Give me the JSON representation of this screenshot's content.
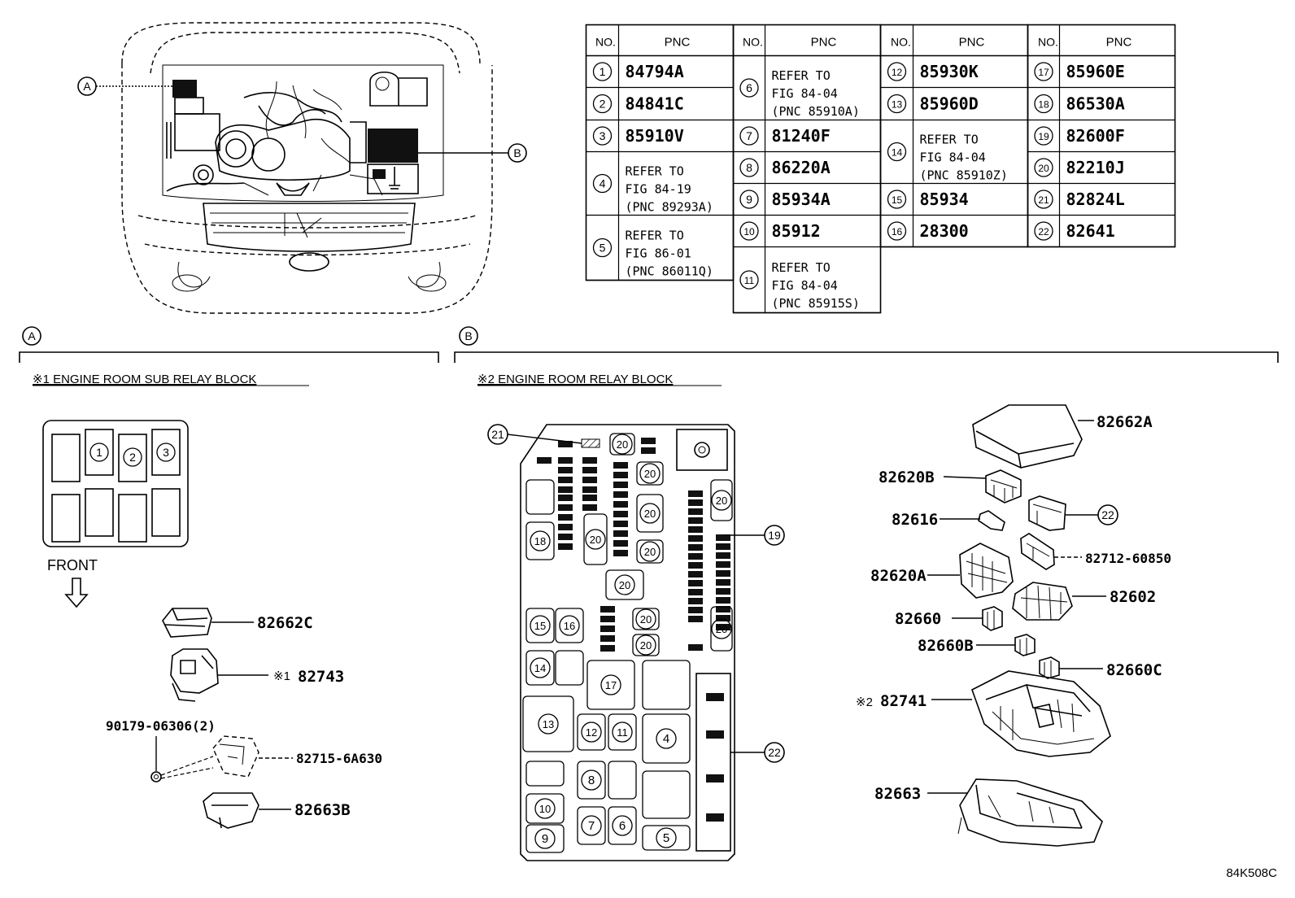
{
  "callouts": {
    "a": "A",
    "b": "B"
  },
  "table": {
    "col_no": "NO.",
    "col_pnc": "PNC",
    "rows": [
      {
        "no": "1",
        "pnc": "84794A"
      },
      {
        "no": "2",
        "pnc": "84841C"
      },
      {
        "no": "3",
        "pnc": "85910V"
      },
      {
        "no": "4",
        "pnc": "REFER TO|FIG 84-19|(PNC 89293A)"
      },
      {
        "no": "5",
        "pnc": "REFER TO|FIG 86-01|(PNC 86011Q)"
      },
      {
        "no": "6",
        "pnc": "REFER TO|FIG 84-04|(PNC 85910A)"
      },
      {
        "no": "7",
        "pnc": "81240F"
      },
      {
        "no": "8",
        "pnc": "86220A"
      },
      {
        "no": "9",
        "pnc": "85934A"
      },
      {
        "no": "10",
        "pnc": "85912"
      },
      {
        "no": "11",
        "pnc": "REFER TO|FIG 84-04|(PNC 85915S)"
      },
      {
        "no": "12",
        "pnc": "85930K"
      },
      {
        "no": "13",
        "pnc": "85960D"
      },
      {
        "no": "14",
        "pnc": "REFER TO|FIG 84-04|(PNC 85910Z)"
      },
      {
        "no": "15",
        "pnc": "85934"
      },
      {
        "no": "16",
        "pnc": "28300"
      },
      {
        "no": "17",
        "pnc": "85960E"
      },
      {
        "no": "18",
        "pnc": "86530A"
      },
      {
        "no": "19",
        "pnc": "82600F"
      },
      {
        "no": "20",
        "pnc": "82210J"
      },
      {
        "no": "21",
        "pnc": "82824L"
      },
      {
        "no": "22",
        "pnc": "82641"
      }
    ]
  },
  "section_a": {
    "heading": "※1 ENGINE ROOM SUB RELAY BLOCK",
    "front_label": "FRONT",
    "parts": {
      "cover": "82662C",
      "block_mark": "※1",
      "block": "82743",
      "bolt": "90179-06306(2)",
      "bracket": "82715-6A630",
      "lower": "82663B"
    }
  },
  "section_b": {
    "heading": "※2 ENGINE ROOM RELAY BLOCK",
    "parts": {
      "cover": "82662A",
      "p_82620b": "82620B",
      "p_82616": "82616",
      "p_82712": "82712-60850",
      "p_82620a": "82620A",
      "p_82602": "82602",
      "p_82660": "82660",
      "p_82660b": "82660B",
      "p_82660c": "82660C",
      "block_mark": "※2",
      "block": "82741",
      "lower": "82663"
    }
  },
  "figure_code": "84K508C"
}
